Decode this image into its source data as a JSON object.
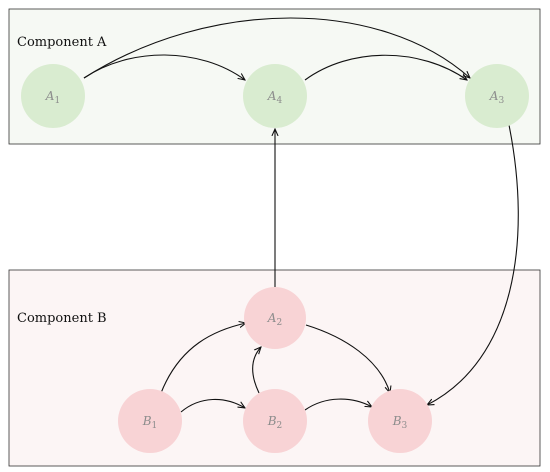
{
  "components": [
    {
      "key": "A",
      "label": "Component A",
      "fill": "#f6f9f4",
      "node_fill": "#d9ecd0",
      "nodes": [
        {
          "key": "A1",
          "base": "A",
          "sub": "1"
        },
        {
          "key": "A4",
          "base": "A",
          "sub": "4"
        },
        {
          "key": "A3",
          "base": "A",
          "sub": "3"
        }
      ]
    },
    {
      "key": "B",
      "label": "Component B",
      "fill": "#fcf5f5",
      "node_fill": "#f8d3d5",
      "nodes": [
        {
          "key": "A2",
          "base": "A",
          "sub": "2"
        },
        {
          "key": "B1",
          "base": "B",
          "sub": "1"
        },
        {
          "key": "B2",
          "base": "B",
          "sub": "2"
        },
        {
          "key": "B3",
          "base": "B",
          "sub": "3"
        }
      ]
    }
  ],
  "edges": [
    {
      "from": "A1",
      "to": "A4"
    },
    {
      "from": "A1",
      "to": "A3"
    },
    {
      "from": "A4",
      "to": "A3"
    },
    {
      "from": "A2",
      "to": "A4"
    },
    {
      "from": "A3",
      "to": "B3"
    },
    {
      "from": "B1",
      "to": "A2"
    },
    {
      "from": "B1",
      "to": "B2"
    },
    {
      "from": "B2",
      "to": "A2"
    },
    {
      "from": "A2",
      "to": "B3"
    },
    {
      "from": "B2",
      "to": "B3"
    }
  ]
}
